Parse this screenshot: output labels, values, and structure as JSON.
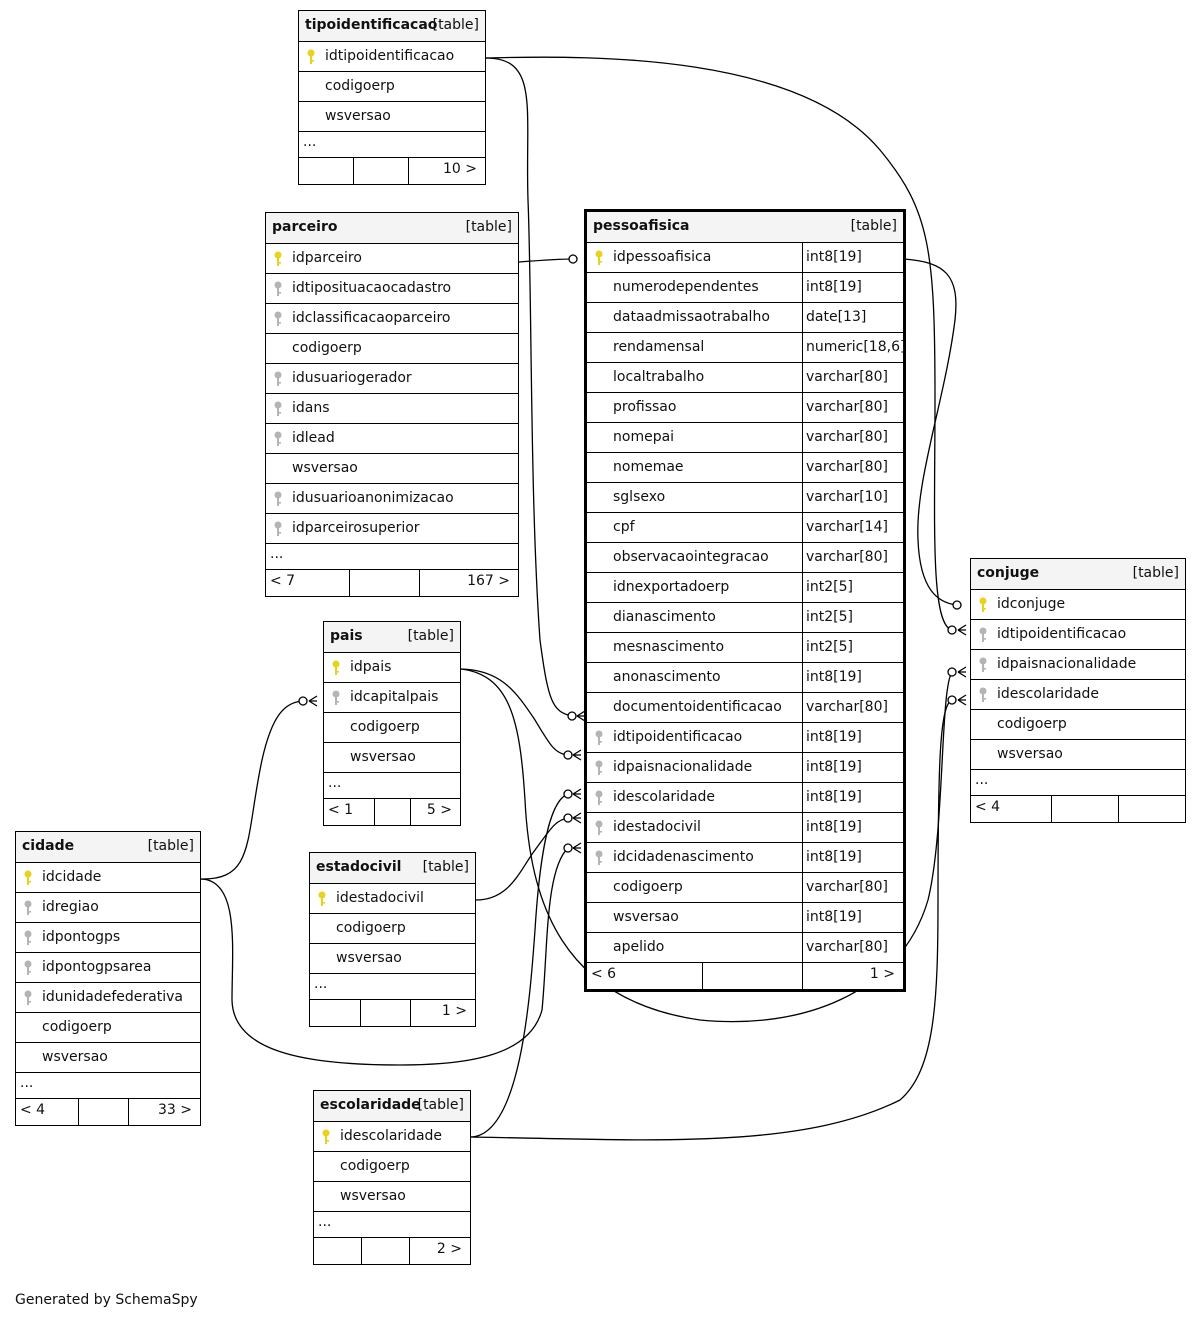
{
  "footer": "Generated by SchemaSpy",
  "table_tag": "[table]",
  "colors": {
    "primary_key": "#e8d21a",
    "foreign_key": "#b4b4b4",
    "header_bg": "#f4f4f4"
  },
  "entities": {
    "tipoidentificacao": {
      "name": "tipoidentificacao",
      "columns": [
        {
          "name": "idtipoidentificacao",
          "key": "pk"
        },
        {
          "name": "codigoerp",
          "key": ""
        },
        {
          "name": "wsversao",
          "key": ""
        }
      ],
      "ellipsis": "...",
      "footer_left": "",
      "footer_right": "10 >"
    },
    "parceiro": {
      "name": "parceiro",
      "columns": [
        {
          "name": "idparceiro",
          "key": "pk"
        },
        {
          "name": "idtiposituacaocadastro",
          "key": "fk"
        },
        {
          "name": "idclassificacaoparceiro",
          "key": "fk"
        },
        {
          "name": "codigoerp",
          "key": ""
        },
        {
          "name": "idusuariogerador",
          "key": "fk"
        },
        {
          "name": "idans",
          "key": "fk"
        },
        {
          "name": "idlead",
          "key": "fk"
        },
        {
          "name": "wsversao",
          "key": ""
        },
        {
          "name": "idusuarioanonimizacao",
          "key": "fk"
        },
        {
          "name": "idparceirosuperior",
          "key": "fk"
        }
      ],
      "ellipsis": "...",
      "footer_left": "< 7",
      "footer_right": "167 >"
    },
    "pais": {
      "name": "pais",
      "columns": [
        {
          "name": "idpais",
          "key": "pk"
        },
        {
          "name": "idcapitalpais",
          "key": "fk"
        },
        {
          "name": "codigoerp",
          "key": ""
        },
        {
          "name": "wsversao",
          "key": ""
        }
      ],
      "ellipsis": "...",
      "footer_left": "< 1",
      "footer_right": "5 >"
    },
    "cidade": {
      "name": "cidade",
      "columns": [
        {
          "name": "idcidade",
          "key": "pk"
        },
        {
          "name": "idregiao",
          "key": "fk"
        },
        {
          "name": "idpontogps",
          "key": "fk"
        },
        {
          "name": "idpontogpsarea",
          "key": "fk"
        },
        {
          "name": "idunidadefederativa",
          "key": "fk"
        },
        {
          "name": "codigoerp",
          "key": ""
        },
        {
          "name": "wsversao",
          "key": ""
        }
      ],
      "ellipsis": "...",
      "footer_left": "< 4",
      "footer_right": "33 >"
    },
    "estadocivil": {
      "name": "estadocivil",
      "columns": [
        {
          "name": "idestadocivil",
          "key": "pk"
        },
        {
          "name": "codigoerp",
          "key": ""
        },
        {
          "name": "wsversao",
          "key": ""
        }
      ],
      "ellipsis": "...",
      "footer_left": "",
      "footer_right": "1 >"
    },
    "escolaridade": {
      "name": "escolaridade",
      "columns": [
        {
          "name": "idescolaridade",
          "key": "pk"
        },
        {
          "name": "codigoerp",
          "key": ""
        },
        {
          "name": "wsversao",
          "key": ""
        }
      ],
      "ellipsis": "...",
      "footer_left": "",
      "footer_right": "2 >"
    },
    "pessoafisica": {
      "name": "pessoafisica",
      "columns": [
        {
          "name": "idpessoafisica",
          "type": "int8[19]",
          "key": "pk"
        },
        {
          "name": "numerodependentes",
          "type": "int8[19]",
          "key": ""
        },
        {
          "name": "dataadmissaotrabalho",
          "type": "date[13]",
          "key": ""
        },
        {
          "name": "rendamensal",
          "type": "numeric[18,6]",
          "key": ""
        },
        {
          "name": "localtrabalho",
          "type": "varchar[80]",
          "key": ""
        },
        {
          "name": "profissao",
          "type": "varchar[80]",
          "key": ""
        },
        {
          "name": "nomepai",
          "type": "varchar[80]",
          "key": ""
        },
        {
          "name": "nomemae",
          "type": "varchar[80]",
          "key": ""
        },
        {
          "name": "sglsexo",
          "type": "varchar[10]",
          "key": ""
        },
        {
          "name": "cpf",
          "type": "varchar[14]",
          "key": ""
        },
        {
          "name": "observacaointegracao",
          "type": "varchar[80]",
          "key": ""
        },
        {
          "name": "idnexportadoerp",
          "type": "int2[5]",
          "key": ""
        },
        {
          "name": "dianascimento",
          "type": "int2[5]",
          "key": ""
        },
        {
          "name": "mesnascimento",
          "type": "int2[5]",
          "key": ""
        },
        {
          "name": "anonascimento",
          "type": "int8[19]",
          "key": ""
        },
        {
          "name": "documentoidentificacao",
          "type": "varchar[80]",
          "key": ""
        },
        {
          "name": "idtipoidentificacao",
          "type": "int8[19]",
          "key": "fk"
        },
        {
          "name": "idpaisnacionalidade",
          "type": "int8[19]",
          "key": "fk"
        },
        {
          "name": "idescolaridade",
          "type": "int8[19]",
          "key": "fk"
        },
        {
          "name": "idestadocivil",
          "type": "int8[19]",
          "key": "fk"
        },
        {
          "name": "idcidadenascimento",
          "type": "int8[19]",
          "key": "fk"
        },
        {
          "name": "codigoerp",
          "type": "varchar[80]",
          "key": ""
        },
        {
          "name": "wsversao",
          "type": "int8[19]",
          "key": ""
        },
        {
          "name": "apelido",
          "type": "varchar[80]",
          "key": ""
        }
      ],
      "ellipsis": "",
      "footer_left": "< 6",
      "footer_right": "1 >"
    },
    "conjuge": {
      "name": "conjuge",
      "columns": [
        {
          "name": "idconjuge",
          "key": "pk"
        },
        {
          "name": "idtipoidentificacao",
          "key": "fk"
        },
        {
          "name": "idpaisnacionalidade",
          "key": "fk"
        },
        {
          "name": "idescolaridade",
          "key": "fk"
        },
        {
          "name": "codigoerp",
          "key": ""
        },
        {
          "name": "wsversao",
          "key": ""
        }
      ],
      "ellipsis": "...",
      "footer_left": "< 4",
      "footer_right": ""
    }
  }
}
